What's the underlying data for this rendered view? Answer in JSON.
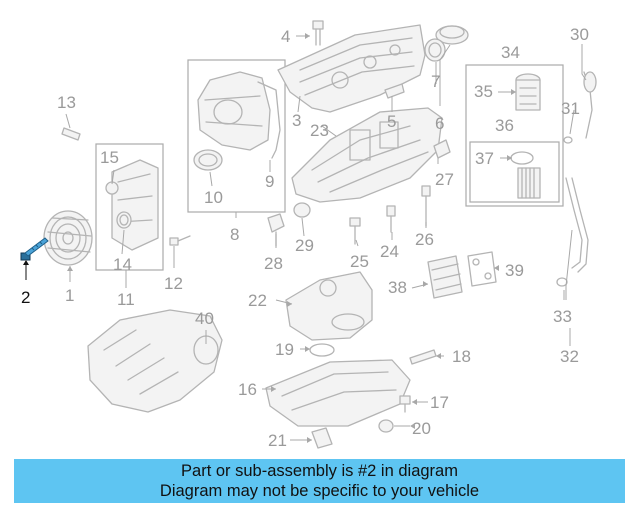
{
  "diagram": {
    "callouts": [
      "1",
      "2",
      "3",
      "4",
      "5",
      "6",
      "7",
      "8",
      "9",
      "10",
      "11",
      "12",
      "13",
      "14",
      "15",
      "16",
      "17",
      "18",
      "19",
      "20",
      "21",
      "22",
      "23",
      "24",
      "25",
      "26",
      "27",
      "28",
      "29",
      "30",
      "31",
      "32",
      "33",
      "34",
      "35",
      "36",
      "37",
      "38",
      "39",
      "40"
    ],
    "highlighted_callout": "2"
  },
  "banner": {
    "line1": "Part or sub-assembly is #2 in diagram",
    "line2": "Diagram may not be specific to your vehicle"
  },
  "colors": {
    "banner_bg": "#5ec5f2",
    "highlight_part": "#1f7fb8",
    "line_art": "#b4b4b4",
    "callout_text": "#9a9a9a"
  }
}
